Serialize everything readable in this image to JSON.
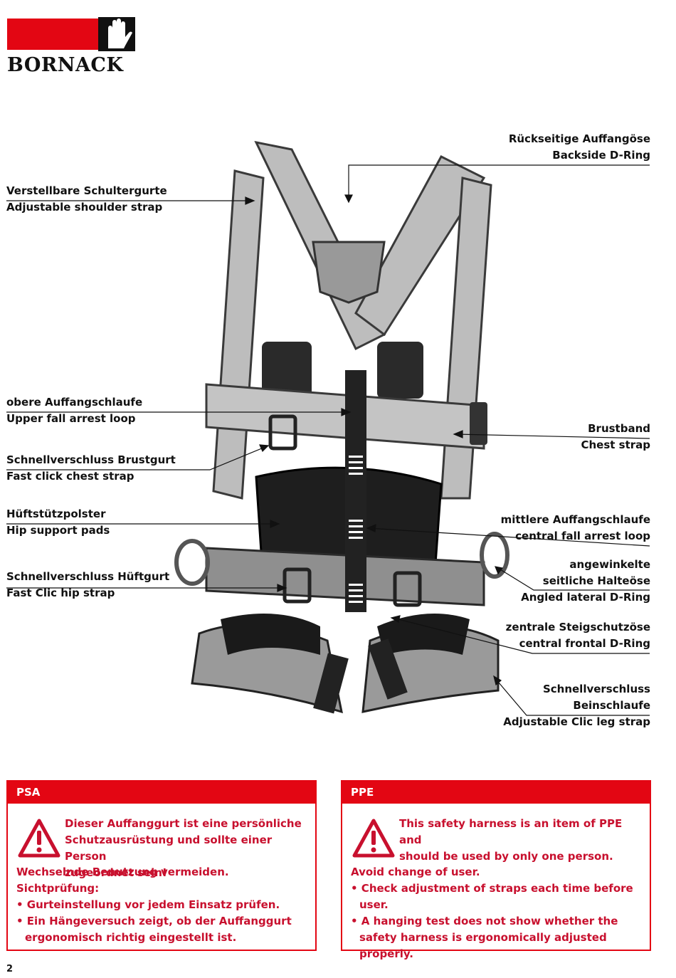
{
  "brand": {
    "name": "BORNACK",
    "color": "#e30613"
  },
  "labels": {
    "backside_d_ring": [
      "Rückseitige Auffangöse",
      "Backside D-Ring"
    ],
    "shoulder_strap": [
      "Verstellbare Schultergurte",
      "Adjustable shoulder strap"
    ],
    "upper_loop": [
      "obere Auffangschlaufe",
      "Upper fall arrest loop"
    ],
    "chest_strap": [
      "Brustband",
      "Chest strap"
    ],
    "fast_click_chest": [
      "Schnellverschluss Brustgurt",
      "Fast click chest strap"
    ],
    "hip_pads": [
      "Hüftstützpolster",
      "Hip support pads"
    ],
    "central_loop": [
      "mittlere Auffangschlaufe",
      "central fall arrest loop"
    ],
    "lateral_d_ring": [
      "angewinkelte",
      "seitliche Halteöse",
      "Angled lateral D-Ring"
    ],
    "fast_clic_hip": [
      "Schnellverschluss Hüftgurt",
      "Fast Clic hip strap"
    ],
    "frontal_d_ring": [
      "zentrale Steigschutzöse",
      "central frontal D-Ring"
    ],
    "leg_strap": [
      "Schnellverschluss",
      "Beinschlaufe",
      "Adjustable Clic leg strap"
    ]
  },
  "psa": {
    "title": "PSA",
    "intro": [
      "Dieser Auffanggurt ist eine persönliche",
      "Schutzausrüstung und sollte einer Person",
      "zugeordnet sein!"
    ],
    "line1": "Wechselnde Benutzung  vermeiden.",
    "line2": "Sichtprüfung:",
    "bullets": [
      "• Gurteinstellung vor jedem Einsatz prüfen.",
      "• Ein Hängeversuch zeigt, ob der Auffanggurt ergonomisch richtig eingestellt ist."
    ]
  },
  "ppe": {
    "title": "PPE",
    "intro": [
      "This safety harness is an item of PPE and",
      "should be used by only one person."
    ],
    "line1": "Avoid change of user.",
    "bullets": [
      "• Check adjustment of straps each time before user.",
      "• A hanging test does not show whether the safety harness is ergonomically adjusted properly."
    ]
  },
  "page_number": "2",
  "icons": {
    "warning": "warning-triangle-icon",
    "hand": "hand-icon"
  }
}
